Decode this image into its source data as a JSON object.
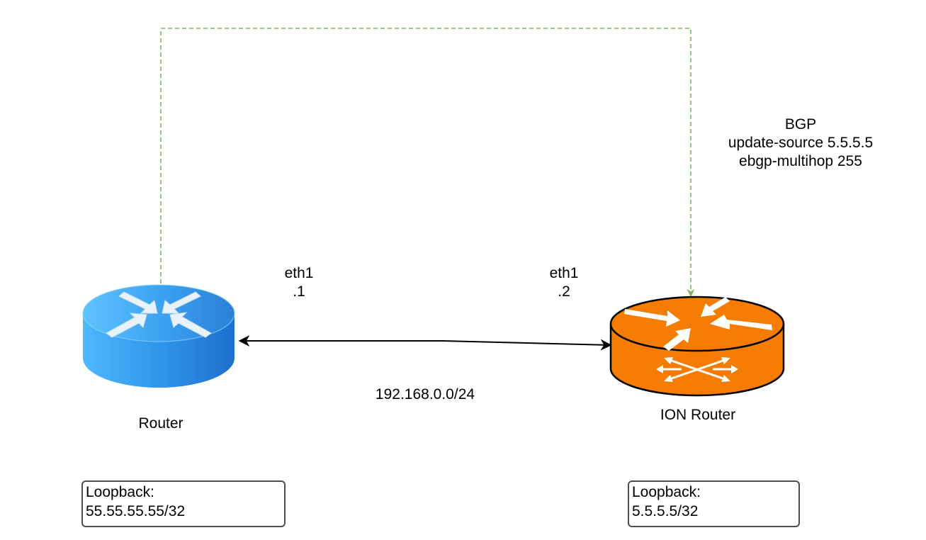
{
  "colors": {
    "bgp_link": "#82b366",
    "physical_link": "#000000",
    "router_left": "#2f8fe0",
    "router_right": "#f57c00",
    "box_border": "#4d4d4d"
  },
  "bgp_annotation": {
    "line1": "BGP",
    "line2": "update-source 5.5.5.5",
    "line3": "ebgp-multihop 255"
  },
  "left_interface": {
    "name": "eth1",
    "addr": ".1"
  },
  "right_interface": {
    "name": "eth1",
    "addr": ".2"
  },
  "subnet": "192.168.0.0/24",
  "left_router": {
    "label": "Router",
    "icon": "router-icon",
    "loopback_title": "Loopback:",
    "loopback_addr": "55.55.55.55/32"
  },
  "right_router": {
    "label": "ION Router",
    "icon": "router-icon",
    "loopback_title": "Loopback:",
    "loopback_addr": "5.5.5.5/32"
  }
}
